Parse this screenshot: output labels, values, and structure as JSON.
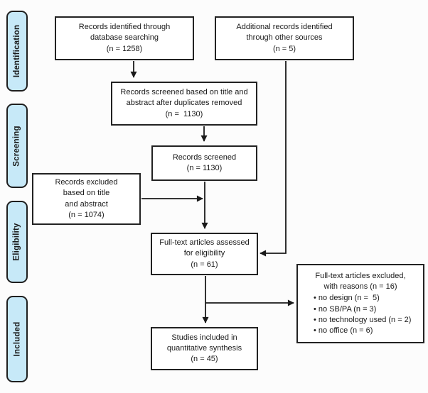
{
  "stages": [
    {
      "label": "Identification"
    },
    {
      "label": "Screening"
    },
    {
      "label": "Eligibility"
    },
    {
      "label": "Included"
    }
  ],
  "boxes": {
    "records_identified": {
      "text": "Records identified through\ndatabase searching\n(n = 1258)"
    },
    "additional_records": {
      "text": "Additional records identified\nthrough other sources\n(n = 5)"
    },
    "records_screened_dedup": {
      "text": "Records screened based on title and\nabstract after duplicates removed\n(n =  1130)"
    },
    "records_screened": {
      "text": "Records screened\n(n = 1130)"
    },
    "records_excluded": {
      "text": "Records excluded\nbased on title\nand abstract\n(n = 1074)"
    },
    "full_text_assessed": {
      "text": "Full-text articles assessed\nfor eligibility\n(n = 61)"
    },
    "full_text_excluded": {
      "heading": "Full-text articles excluded,\nwith reasons (n = 16)",
      "reasons": [
        "• no design (n =  5)",
        "• no SB/PA (n = 3)",
        "• no technology used (n = 2)",
        "• no office (n = 6)"
      ]
    },
    "studies_included": {
      "text": "Studies included in\nquantitative synthesis\n(n = 45)"
    }
  },
  "colors": {
    "stage_fill": "#c7e9f8",
    "stage_border": "#1f1f1f",
    "box_border": "#222222",
    "arrow": "#1a1a1a",
    "bg": "#fcfcfc"
  }
}
